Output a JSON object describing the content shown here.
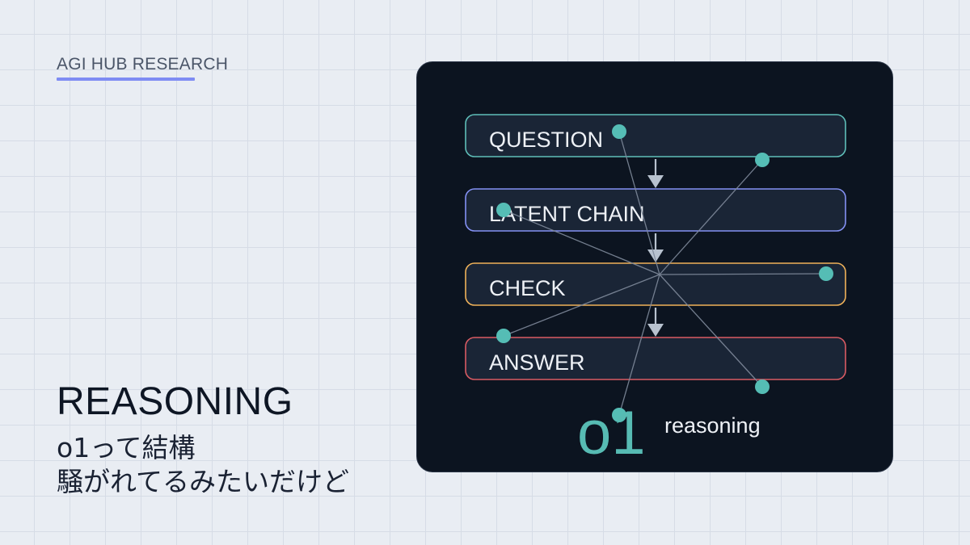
{
  "brand": {
    "label": "AGI HUB RESEARCH",
    "underline_color": "#7f8cf3"
  },
  "headline": {
    "title": "REASONING",
    "subtitle_line1": "o1って結構",
    "subtitle_line2": "騒がれてるみたいだけど"
  },
  "diagram": {
    "steps": [
      {
        "label": "QUESTION",
        "color": "#5fbfb9"
      },
      {
        "label": "LATENT CHAIN",
        "color": "#8491f4"
      },
      {
        "label": "CHECK",
        "color": "#f0b259"
      },
      {
        "label": "ANSWER",
        "color": "#d95b63"
      }
    ],
    "footer": {
      "mark": "o1",
      "caption": "reasoning",
      "mark_color": "#57bbb3"
    },
    "node_color": "#55bdb5"
  }
}
